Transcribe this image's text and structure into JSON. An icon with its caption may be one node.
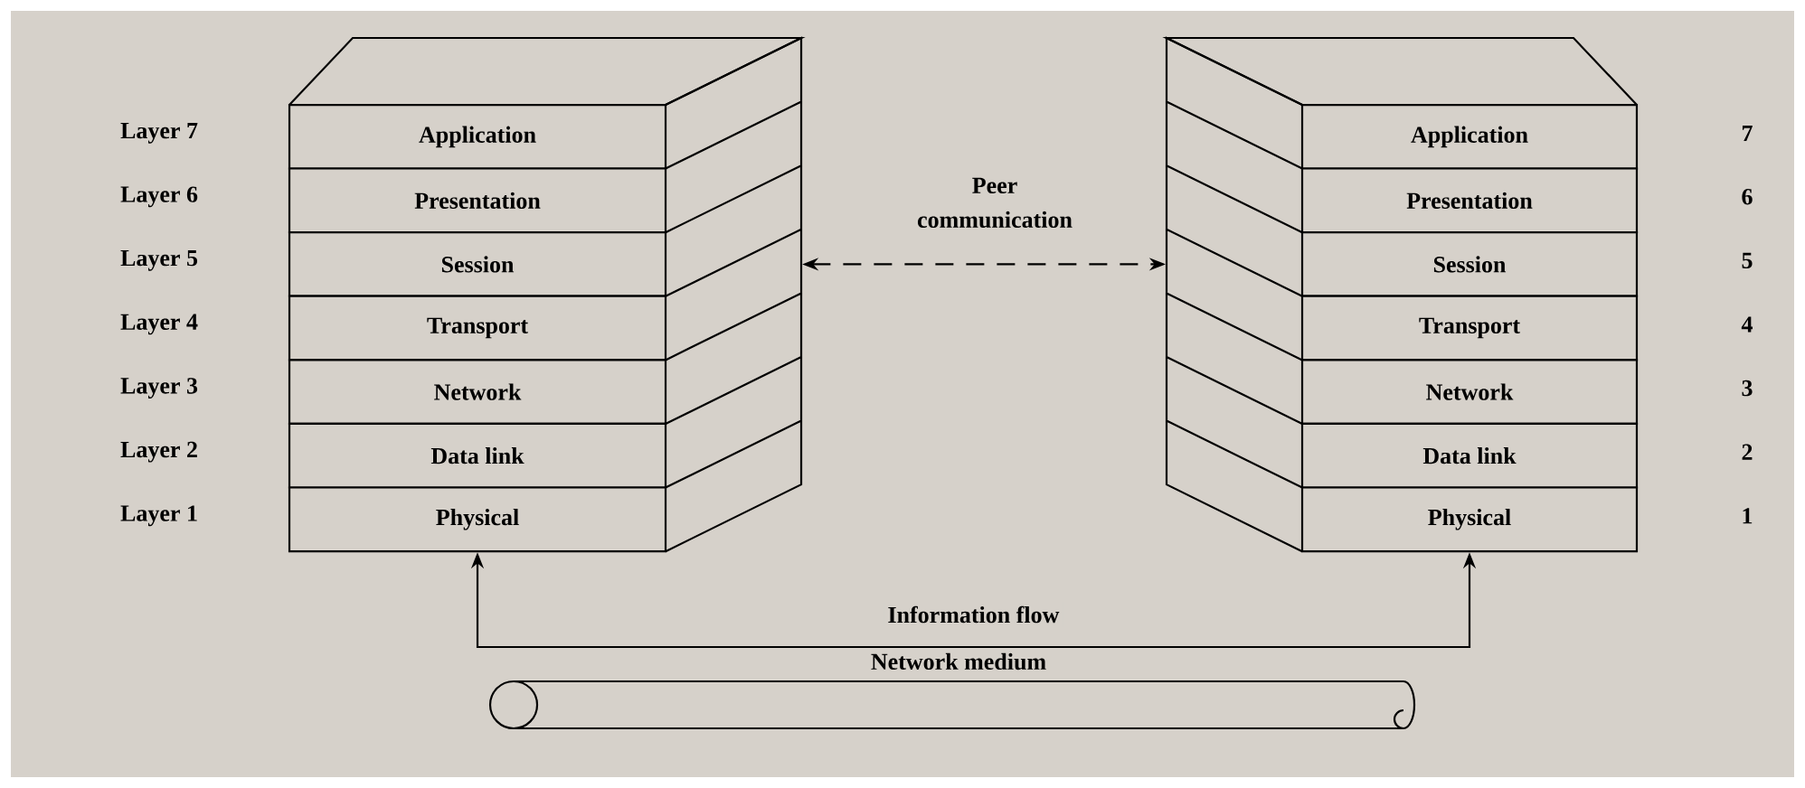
{
  "diagram": {
    "nodes": [
      {
        "text": [
          "Application"
        ]
      },
      {
        "text": [
          "Presentation"
        ]
      },
      {
        "text": [
          "Session"
        ]
      },
      {
        "text": [
          "Transport"
        ]
      },
      {
        "text": [
          "Network"
        ]
      },
      {
        "text": [
          "Data link"
        ]
      },
      {
        "text": [
          "Physical"
        ]
      },
      {
        "text": [
          "Application"
        ]
      },
      {
        "text": [
          "Presentation"
        ]
      },
      {
        "text": [
          "Session"
        ]
      },
      {
        "text": [
          "Transport"
        ]
      },
      {
        "text": [
          "Network"
        ]
      },
      {
        "text": [
          "Data link"
        ]
      },
      {
        "text": [
          "Physical"
        ]
      },
      {
        "text": [
          "Network medium"
        ]
      },
      {
        "text": [],
        "shape": "box"
      },
      {
        "text": [],
        "shape": "box"
      }
    ],
    "edges": [
      {
        "from": 15,
        "to": 16,
        "arrow": "both",
        "style": "dashed",
        "label": "Peer communication"
      },
      {
        "from": 6,
        "to": 13,
        "arrow": "both",
        "label": "Information flow"
      }
    ],
    "labels": [
      "Layer 7",
      "7",
      "Layer 6",
      "6",
      "Layer 5",
      "5",
      "Layer 4",
      "4",
      "Layer 3",
      "3",
      "Layer 2",
      "2",
      "Layer 1",
      "1"
    ]
  }
}
